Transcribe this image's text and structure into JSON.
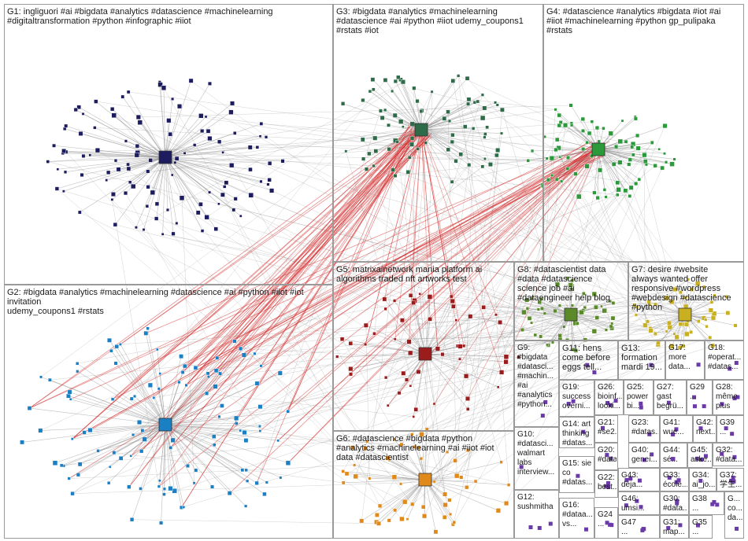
{
  "groups": [
    {
      "id": "G1",
      "label": "G1: ingliguori #ai #bigdata #analytics #datascience #machinelearning\n#digitaltransformation #python #infographic #iiot"
    },
    {
      "id": "G2",
      "label": "G2: #bigdata #analytics #machinelearning #datascience #ai #python #iiot #iot invitation\nudemy_coupons1 #rstats"
    },
    {
      "id": "G3",
      "label": "G3: #bigdata #analytics #machinelearning\n#datascience #ai #python #iiot udemy_coupons1\n#rstats #iot"
    },
    {
      "id": "G4",
      "label": "G4: #datascience #analytics #bigdata #iot #ai\n#iiot #machinelearning #python gp_pulipaka\n#rstats"
    },
    {
      "id": "G5",
      "label": "G5: matrixainetwork mania platform ai\nalgorithms traded nft artworks test"
    },
    {
      "id": "G6",
      "label": "G6: #datascience #bigdata #python\n#analytics #machinelearning #ai #iiot #iot\ndata #datascientist"
    },
    {
      "id": "G7",
      "label": "G7: desire #website\nalways wanted offer\nresponsive #wordpress\n#webdesign #datascience\n#python"
    },
    {
      "id": "G8",
      "label": "G8: #datascientist data\n#data #datascience\nscience job #ai\n#dataengineer help blog"
    },
    {
      "id": "G9",
      "label": "G9:\n#bigdata\n#datasci...\n#machin...\n#ai\n#analytics\n#python..."
    },
    {
      "id": "G10",
      "label": "G10:\n#datasci...\nwalmart\nlabs\ninterview..."
    },
    {
      "id": "G11",
      "label": "G11: hens\ncome before\neggs tell..."
    },
    {
      "id": "G12",
      "label": "G12:\nsushmitha"
    },
    {
      "id": "G13",
      "label": "G13:\nformation\nmardi 19..."
    },
    {
      "id": "G14",
      "label": "G14: art\nthinking\n#datas..."
    },
    {
      "id": "G15",
      "label": "G15: sie\nco\n#datas..."
    },
    {
      "id": "G16",
      "label": "G16:\n#dataa...\nvs..."
    },
    {
      "id": "G17",
      "label": "G17:\nmore\ndata..."
    },
    {
      "id": "G18",
      "label": "G18:\n#operat...\n#datas..."
    },
    {
      "id": "G19",
      "label": "G19:\nsuccess\noverni..."
    },
    {
      "id": "G20",
      "label": "G20:\n#datas..."
    },
    {
      "id": "G21",
      "label": "G21:\n#se2..."
    },
    {
      "id": "G22",
      "label": "G22:\nbest..."
    },
    {
      "id": "G23",
      "label": "G23:\n#datas..."
    },
    {
      "id": "G24",
      "label": "G24\n..."
    },
    {
      "id": "G25",
      "label": "G25:\npower\nbi..."
    },
    {
      "id": "G26",
      "label": "G26:\nbioinf...\nlooki..."
    },
    {
      "id": "G27",
      "label": "G27:\ngast\nbegrü..."
    },
    {
      "id": "G28",
      "label": "G28:\nmême\nplus"
    },
    {
      "id": "G29",
      "label": "G29\n..."
    },
    {
      "id": "G30",
      "label": "G30:\n#data..."
    },
    {
      "id": "G31",
      "label": "G31:\nmap..."
    },
    {
      "id": "G32",
      "label": "G32:\n#data..."
    },
    {
      "id": "G33",
      "label": "G33:\nécole..."
    },
    {
      "id": "G34",
      "label": "G34:\nai_jo..."
    },
    {
      "id": "G35",
      "label": "G35\n..."
    },
    {
      "id": "G36",
      "label": "G...\nco...\nda..."
    },
    {
      "id": "G37",
      "label": "G37:\n学生..."
    },
    {
      "id": "G38",
      "label": "G38\n..."
    },
    {
      "id": "G39",
      "label": "G39\n..."
    },
    {
      "id": "G40",
      "label": "G40:\ngenei..."
    },
    {
      "id": "G41",
      "label": "G41:\nwue..."
    },
    {
      "id": "G42",
      "label": "G42:\nnext..."
    },
    {
      "id": "G43",
      "label": "G43:\ndeja..."
    },
    {
      "id": "G44",
      "label": "G44:\nsé..."
    },
    {
      "id": "G45",
      "label": "G45:\naske..."
    },
    {
      "id": "G46",
      "label": "G46:\numsi..."
    },
    {
      "id": "G47",
      "label": "G47\n..."
    }
  ],
  "colors": {
    "panel_border": "#9a9a9a",
    "edge_gray": "#8c8c8c",
    "edge_red": "#d42020",
    "G1": "#1c1c5e",
    "G2": "#1b7fc4",
    "G3": "#2e6b48",
    "G4": "#2a9a3a",
    "G5": "#9a1c1c",
    "G6": "#e08a1c",
    "G7": "#c8b020",
    "G8": "#5a8a2a",
    "small": "#6a3aa8"
  }
}
